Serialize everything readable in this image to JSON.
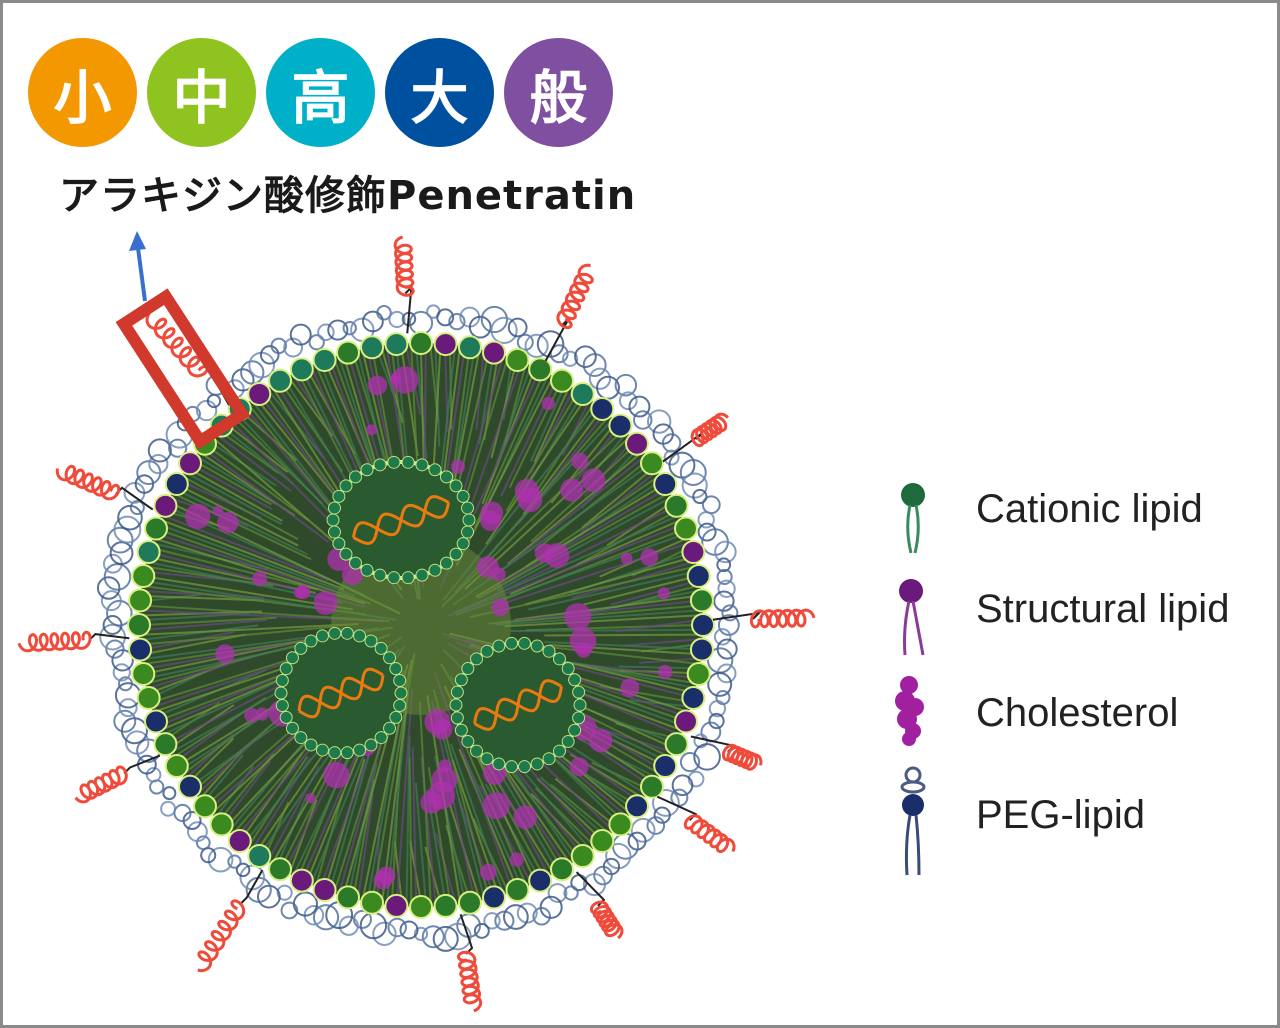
{
  "badges": [
    {
      "label": "小",
      "color": "#f39800"
    },
    {
      "label": "中",
      "color": "#8fc31f"
    },
    {
      "label": "高",
      "color": "#00afc8"
    },
    {
      "label": "大",
      "color": "#0050a0"
    },
    {
      "label": "般",
      "color": "#7f4fa0"
    }
  ],
  "title": "アラキジン酸修飾Penetratin",
  "legend": [
    {
      "label": "Cationic lipid",
      "icon": "cationic-lipid-icon",
      "color": "#1e6a3c"
    },
    {
      "label": "Structural lipid",
      "icon": "structural-lipid-icon",
      "color": "#6a1a7a"
    },
    {
      "label": "Cholesterol",
      "icon": "cholesterol-icon",
      "color": "#a020a0"
    },
    {
      "label": "PEG-lipid",
      "icon": "peg-lipid-icon",
      "color": "#1a2f6a"
    }
  ],
  "colors": {
    "peptide": "#f04a3a",
    "highlight_box": "#d0392b",
    "arrow": "#3a6fd0"
  }
}
